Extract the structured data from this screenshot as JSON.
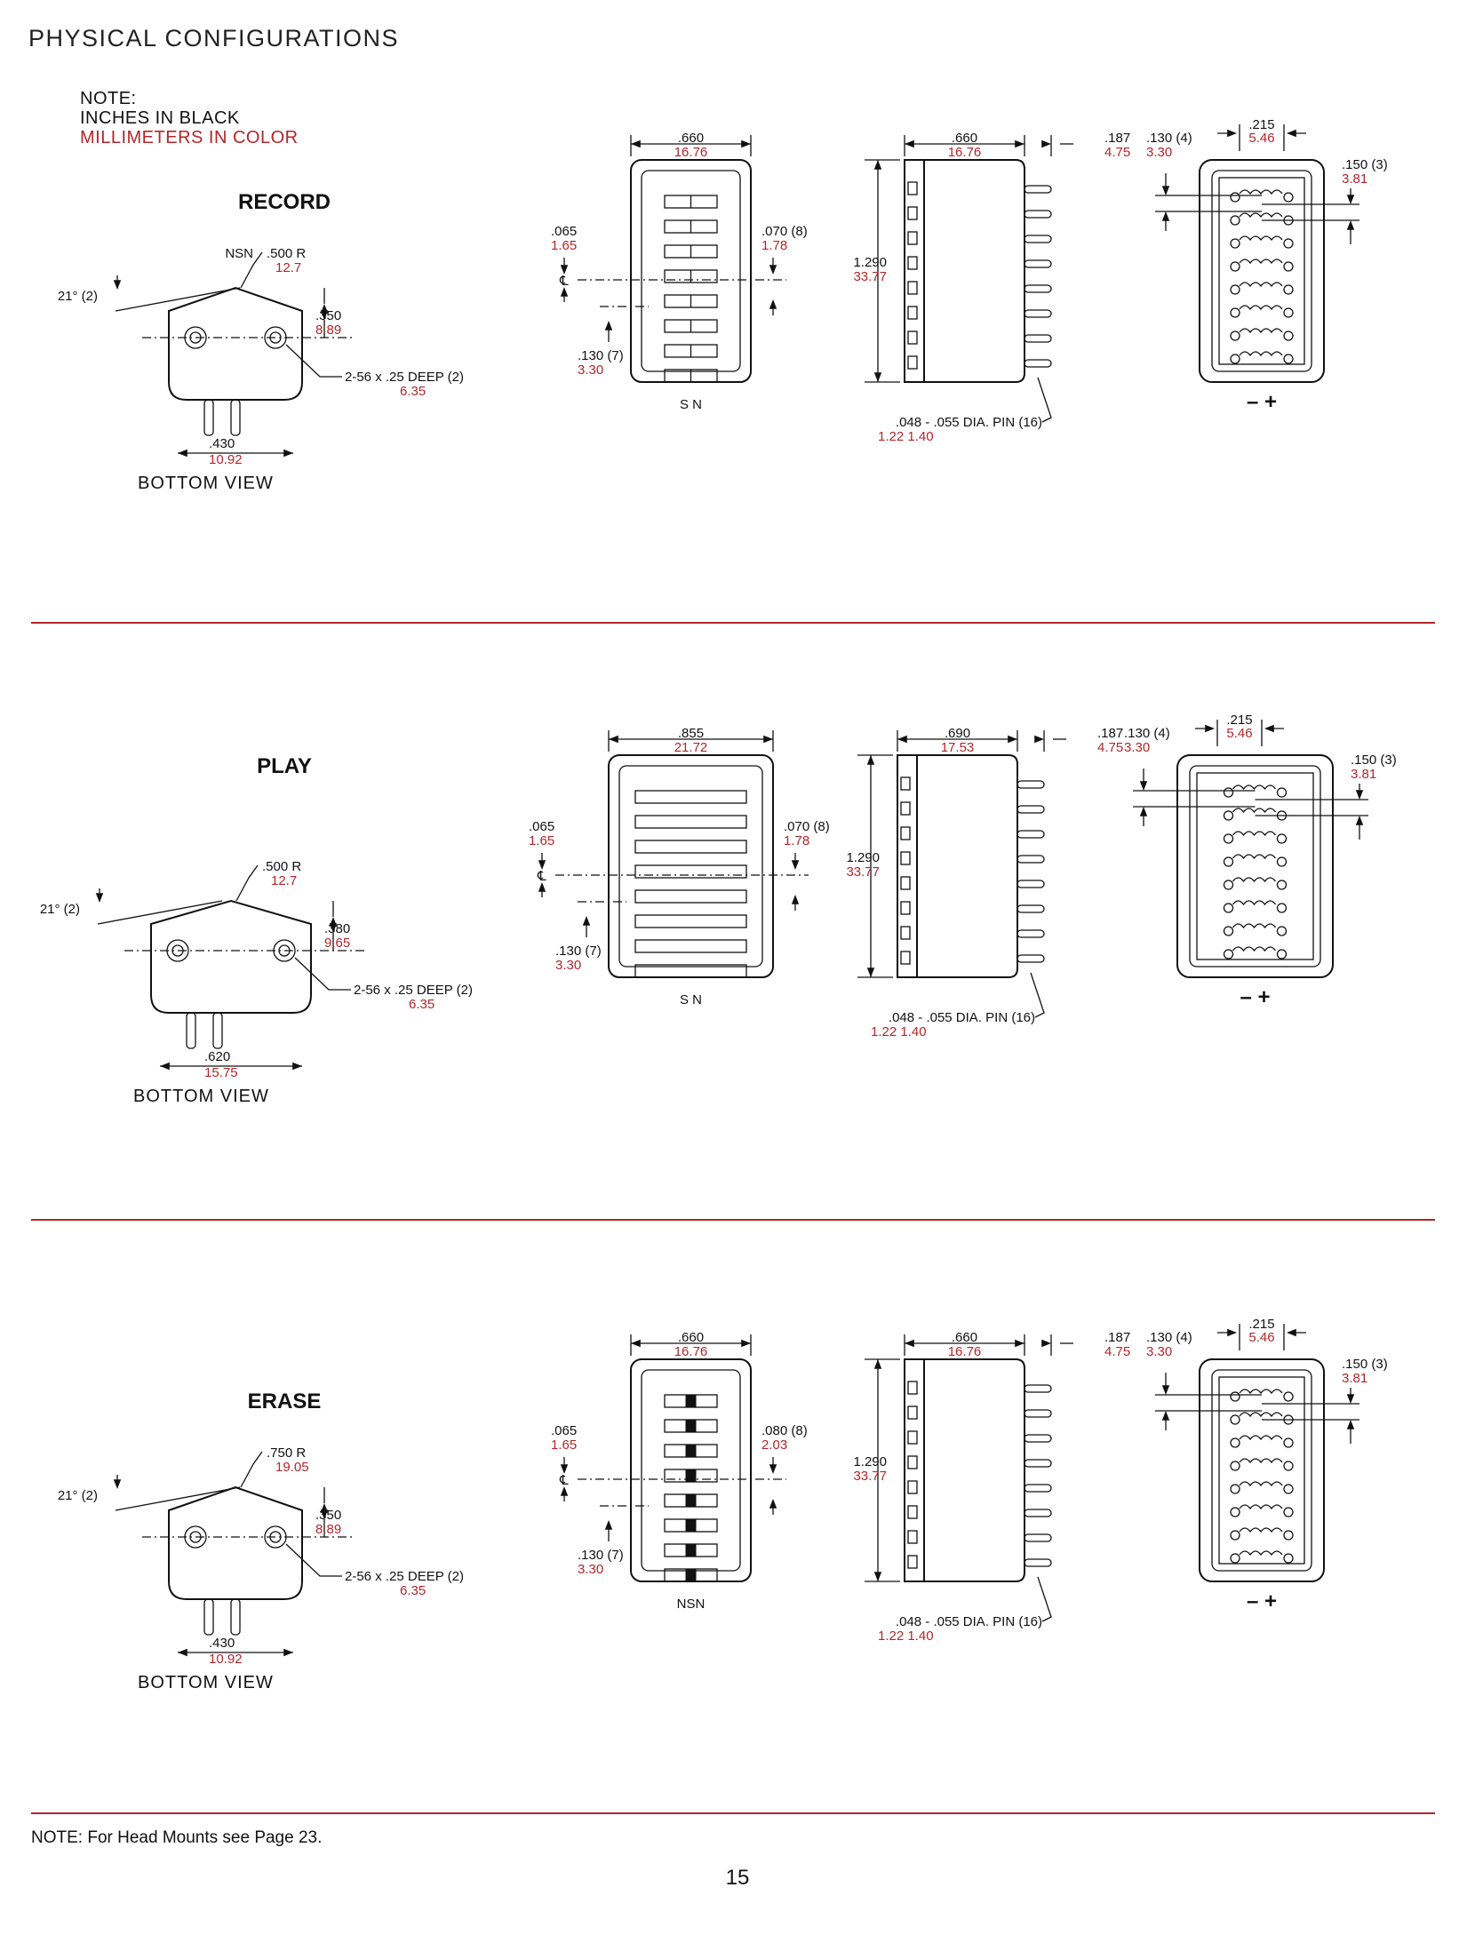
{
  "page": {
    "title": "PHYSICAL CONFIGURATIONS",
    "note_label": "NOTE:",
    "note_black": "INCHES IN BLACK",
    "note_color": "MILLIMETERS IN COLOR",
    "footer_note": "NOTE:  For Head Mounts see Page 23.",
    "page_number": "15",
    "accent_color": "#b3262a"
  },
  "sections": [
    {
      "title": "RECORD",
      "bottom_view_label": "BOTTOM VIEW",
      "profile": {
        "nsn": "NSN",
        "radius_in": ".500 R",
        "radius_mm": "12.7",
        "angle": "21° (2)",
        "height_in": ".350",
        "height_mm": "8.89",
        "tap": "2-56 x .25 DEEP (2)",
        "tap_mm": "6.35",
        "pin_sp_in": ".430",
        "pin_sp_mm": "10.92"
      },
      "front": {
        "width_in": ".660",
        "width_mm": "16.76",
        "left_in": ".065",
        "left_mm": "1.65",
        "right_in": ".070 (8)",
        "right_mm": "1.78",
        "bot_in": ".130 (7)",
        "bot_mm": "3.30",
        "cl": "℄",
        "label": "S  N"
      },
      "side": {
        "width_in": ".660",
        "width_mm": "16.76",
        "pin_in": ".187",
        "pin_mm": "4.75",
        "height_in": "1.290",
        "height_mm": "33.77",
        "pins_in": ".048 - .055 DIA. PIN (16)",
        "pins_mm": "1.22  1.40"
      },
      "rear": {
        "a_in": ".130 (4)",
        "a_mm": "3.30",
        "b_in": ".215",
        "b_mm": "5.46",
        "c_in": ".150 (3)",
        "c_mm": "3.81",
        "polarity": "–   +"
      }
    },
    {
      "title": "PLAY",
      "bottom_view_label": "BOTTOM VIEW",
      "profile": {
        "nsn": "",
        "radius_in": ".500 R",
        "radius_mm": "12.7",
        "angle": "21° (2)",
        "height_in": ".380",
        "height_mm": "9.65",
        "tap": "2-56 x .25 DEEP (2)",
        "tap_mm": "6.35",
        "pin_sp_in": ".620",
        "pin_sp_mm": "15.75"
      },
      "front": {
        "width_in": ".855",
        "width_mm": "21.72",
        "left_in": ".065",
        "left_mm": "1.65",
        "right_in": ".070 (8)",
        "right_mm": "1.78",
        "bot_in": ".130 (7)",
        "bot_mm": "3.30",
        "cl": "℄",
        "label": "S  N"
      },
      "side": {
        "width_in": ".690",
        "width_mm": "17.53",
        "pin_in": ".187",
        "pin_mm": "4.75",
        "height_in": "1.290",
        "height_mm": "33.77",
        "pins_in": ".048 - .055 DIA. PIN (16)",
        "pins_mm": "1.22  1.40"
      },
      "rear": {
        "a_in": ".130 (4)",
        "a_mm": "3.30",
        "b_in": ".215",
        "b_mm": "5.46",
        "c_in": ".150 (3)",
        "c_mm": "3.81",
        "polarity": "–   +"
      }
    },
    {
      "title": "ERASE",
      "bottom_view_label": "BOTTOM VIEW",
      "profile": {
        "nsn": "",
        "radius_in": ".750 R",
        "radius_mm": "19.05",
        "angle": "21° (2)",
        "height_in": ".350",
        "height_mm": "8.89",
        "tap": "2-56 x .25 DEEP (2)",
        "tap_mm": "6.35",
        "pin_sp_in": ".430",
        "pin_sp_mm": "10.92"
      },
      "front": {
        "width_in": ".660",
        "width_mm": "16.76",
        "left_in": ".065",
        "left_mm": "1.65",
        "right_in": ".080 (8)",
        "right_mm": "2.03",
        "bot_in": ".130 (7)",
        "bot_mm": "3.30",
        "cl": "℄",
        "label": "NSN"
      },
      "side": {
        "width_in": ".660",
        "width_mm": "16.76",
        "pin_in": ".187",
        "pin_mm": "4.75",
        "height_in": "1.290",
        "height_mm": "33.77",
        "pins_in": ".048 - .055 DIA. PIN (16)",
        "pins_mm": "1.22  1.40"
      },
      "rear": {
        "a_in": ".130 (4)",
        "a_mm": "3.30",
        "b_in": ".215",
        "b_mm": "5.46",
        "c_in": ".150 (3)",
        "c_mm": "3.81",
        "polarity": "–   +"
      }
    }
  ]
}
